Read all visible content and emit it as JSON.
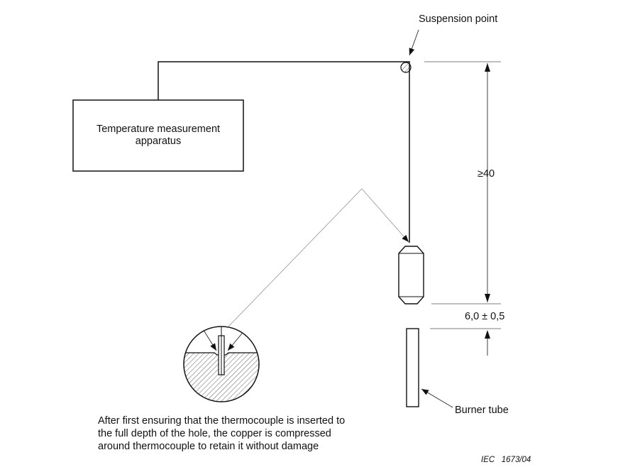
{
  "labels": {
    "suspension_point": "Suspension point",
    "apparatus_line1": "Temperature measurement",
    "apparatus_line2": "apparatus",
    "distance_min": "≥40",
    "gap": "6,0 ± 0,5",
    "burner_tube": "Burner tube"
  },
  "note": {
    "line1": "After first ensuring that the thermocouple is inserted to",
    "line2": "the full depth of the hole, the copper is compressed",
    "line3": "around thermocouple to retain it without damage"
  },
  "figure_ref": "IEC   1673/04"
}
